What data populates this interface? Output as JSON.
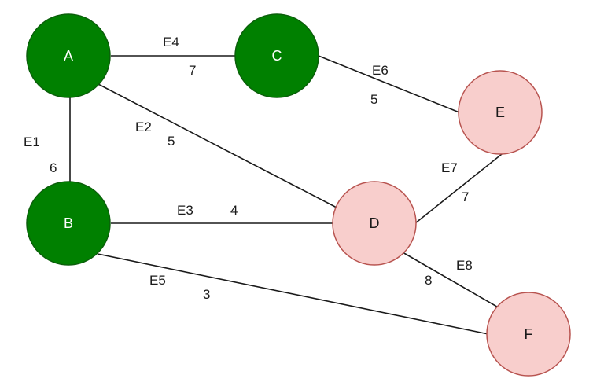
{
  "colors": {
    "visited_fill": "#008000",
    "visited_stroke": "#0b5f0b",
    "visited_text": "#ffffff",
    "unvisited_fill": "#f8cecc",
    "unvisited_stroke": "#b85450",
    "unvisited_text": "#1a1a1a",
    "edge": "#1a1a1a"
  },
  "nodes": [
    {
      "id": "A",
      "label": "A",
      "state": "visited"
    },
    {
      "id": "B",
      "label": "B",
      "state": "visited"
    },
    {
      "id": "C",
      "label": "C",
      "state": "visited"
    },
    {
      "id": "D",
      "label": "D",
      "state": "unvisited"
    },
    {
      "id": "E",
      "label": "E",
      "state": "unvisited"
    },
    {
      "id": "F",
      "label": "F",
      "state": "unvisited"
    }
  ],
  "edges": [
    {
      "id": "E1",
      "label": "E1",
      "from": "A",
      "to": "B",
      "weight": "6"
    },
    {
      "id": "E2",
      "label": "E2",
      "from": "A",
      "to": "D",
      "weight": "5"
    },
    {
      "id": "E3",
      "label": "E3",
      "from": "B",
      "to": "D",
      "weight": "4"
    },
    {
      "id": "E4",
      "label": "E4",
      "from": "A",
      "to": "C",
      "weight": "7"
    },
    {
      "id": "E5",
      "label": "E5",
      "from": "B",
      "to": "F",
      "weight": "3"
    },
    {
      "id": "E6",
      "label": "E6",
      "from": "C",
      "to": "E",
      "weight": "5"
    },
    {
      "id": "E7",
      "label": "E7",
      "from": "D",
      "to": "E",
      "weight": "7"
    },
    {
      "id": "E8",
      "label": "E8",
      "from": "D",
      "to": "F",
      "weight": "8"
    }
  ]
}
